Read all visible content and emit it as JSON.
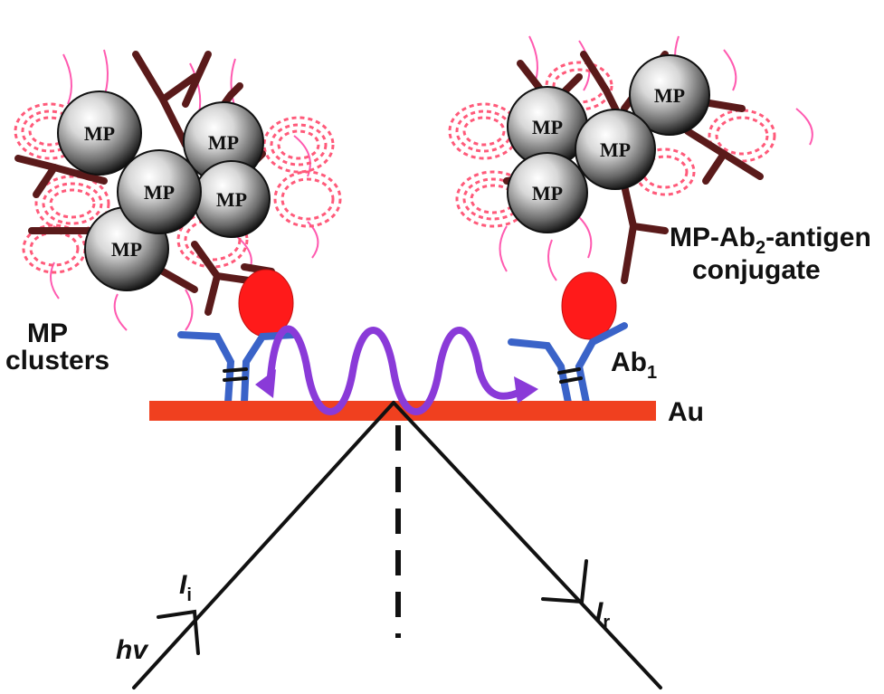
{
  "labels": {
    "mp_clusters_line1": "MP",
    "mp_clusters_line2": "clusters",
    "conjugate_line1_a": "MP-Ab",
    "conjugate_line1_sub": "2",
    "conjugate_line1_b": "-antigen",
    "conjugate_line2": "conjugate",
    "ab1_main": "Ab",
    "ab1_sub": "1",
    "au": "Au",
    "ii_main": "I",
    "ii_sub": "i",
    "ir_main": "I",
    "ir_sub": "r",
    "hv": "hv"
  },
  "particle_label": "MP",
  "colors": {
    "gold_surface": "#f0401f",
    "antigen": "#ff1a1a",
    "antibody1": "#3a63c8",
    "antibody2": "#5a1a1a",
    "plasmon_wave": "#8a3ad8",
    "field_lines": "#ff5a7a",
    "light_path": "#111111"
  },
  "icons": {
    "antibody": "y-shaped-antibody-icon",
    "particle": "magnetic-particle-sphere-icon"
  }
}
